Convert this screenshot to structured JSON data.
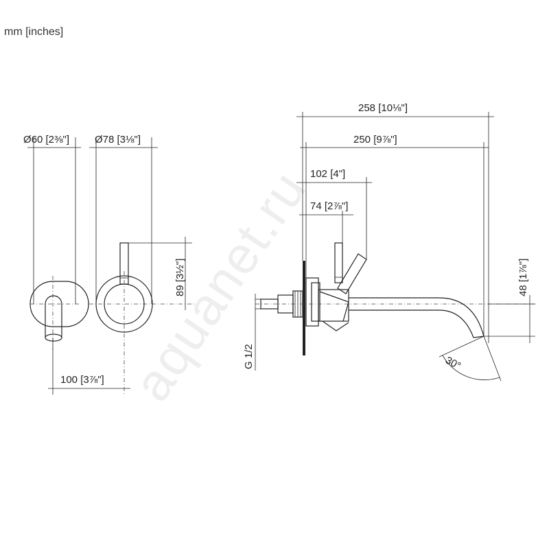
{
  "units_label": "mm [inches]",
  "watermark": "aquanet.ru",
  "dimensions": {
    "dia_60": "Ø60 [2⅜\"]",
    "dia_78": "Ø78 [3⅛\"]",
    "d_100": "100 [3⅞\"]",
    "d_89": "89 [3½\"]",
    "d_258": "258 [10⅛\"]",
    "d_250": "250 [9⅞\"]",
    "d_102": "102 [4\"]",
    "d_74": "74 [2⅞\"]",
    "d_48": "48 [1⅞\"]",
    "thread": "G 1/2",
    "angle": "30°"
  }
}
